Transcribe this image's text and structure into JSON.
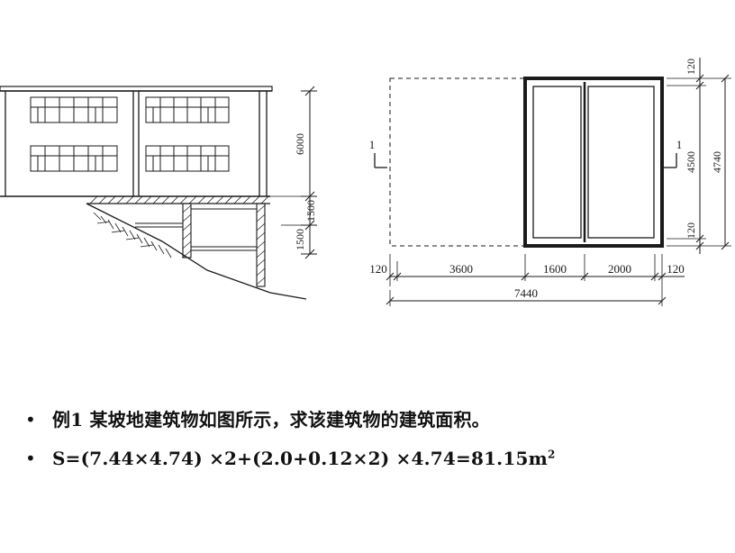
{
  "section": {
    "dim_6000": "6000",
    "dim_1500_upper": "1500",
    "dim_1500_lower": "1500"
  },
  "plan": {
    "marker_left": "1",
    "marker_right": "1",
    "dims_bottom": [
      "120",
      "3600",
      "1600",
      "2000",
      "120"
    ],
    "dim_total_width": "7440",
    "dims_right": [
      "120",
      "4500",
      "120"
    ],
    "dim_total_height": "4740"
  },
  "bullets": {
    "item1": "例1 某坡地建筑物如图所示，求该建筑物的建筑面积。",
    "item2_main": "S=(7.44×4.74) ×2+(2.0+0.12×2) ×4.74=81.15m",
    "item2_sup": "2"
  }
}
